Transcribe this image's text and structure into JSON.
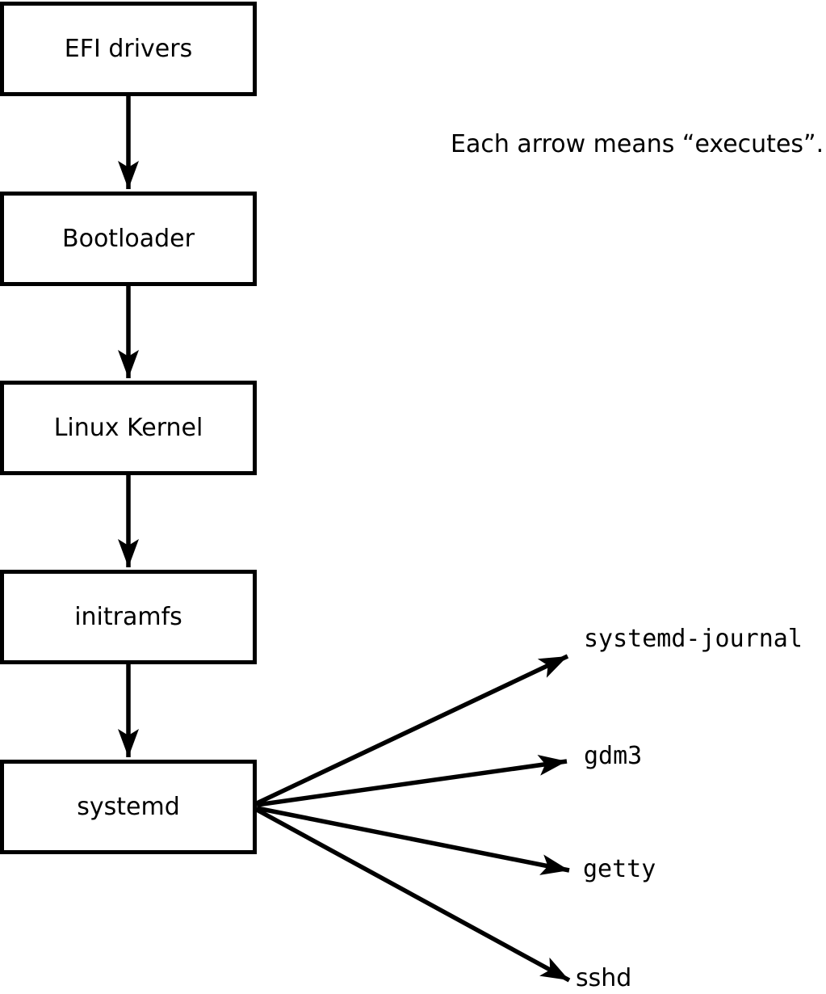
{
  "note": "Each arrow means “executes”.",
  "diagram": {
    "edge_meaning": "executes",
    "nodes": [
      {
        "id": "efi-drivers",
        "label": "EFI drivers"
      },
      {
        "id": "bootloader",
        "label": "Bootloader"
      },
      {
        "id": "linux-kernel",
        "label": "Linux Kernel"
      },
      {
        "id": "initramfs",
        "label": "initramfs"
      },
      {
        "id": "systemd",
        "label": "systemd"
      }
    ],
    "leaves": [
      {
        "id": "systemd-journal",
        "label": "systemd-journal"
      },
      {
        "id": "gdm3",
        "label": "gdm3"
      },
      {
        "id": "getty",
        "label": "getty"
      },
      {
        "id": "sshd",
        "label": "sshd"
      }
    ]
  },
  "colors": {
    "stroke": "#000000",
    "background": "#ffffff"
  }
}
